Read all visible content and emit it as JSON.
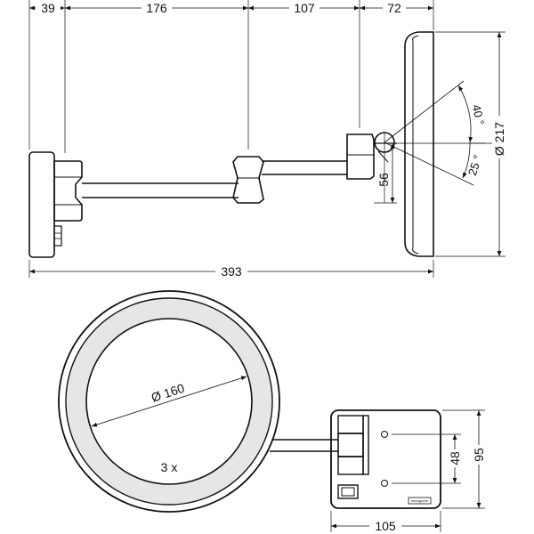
{
  "side_view": {
    "dimensions": {
      "d39": "39",
      "d176": "176",
      "d107": "107",
      "d72": "72",
      "d393": "393",
      "d56": "56",
      "d217": "Ø 217",
      "a40": "40 °",
      "a25": "25 °"
    }
  },
  "front_view": {
    "dimensions": {
      "d160": "Ø 160",
      "d48": "48",
      "d95": "95",
      "d105": "105"
    },
    "magnification": "3 x",
    "brand_mark": "hansgrohe"
  },
  "colors": {
    "line": "#111111",
    "ring_fill": "#e6e6e6"
  }
}
